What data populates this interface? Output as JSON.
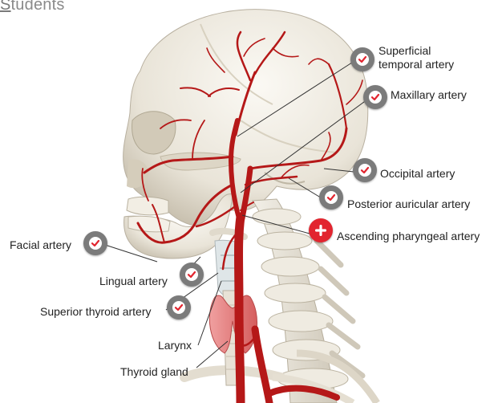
{
  "header": {
    "first_letter": "S",
    "rest": "tudents"
  },
  "colors": {
    "badge_gray": "#7b7b7b",
    "badge_red": "#e2252f",
    "check": "#e2252f",
    "artery": "#b51818",
    "bone": "#ece8df",
    "bone_shade": "#cfc8b9",
    "leader_line": "#333333"
  },
  "labels": {
    "superficial_temporal_1": "Superficial",
    "superficial_temporal_2": "temporal artery",
    "maxillary": "Maxillary artery",
    "occipital": "Occipital artery",
    "posterior_auricular": "Posterior auricular artery",
    "ascending_pharyngeal": "Ascending pharyngeal artery",
    "facial": "Facial artery",
    "lingual": "Lingual artery",
    "superior_thyroid": "Superior thyroid artery",
    "larynx": "Larynx",
    "thyroid_gland": "Thyroid gland"
  },
  "badges": [
    {
      "name": "superficial-temporal",
      "state": "check-icon"
    },
    {
      "name": "maxillary",
      "state": "check-icon"
    },
    {
      "name": "occipital",
      "state": "check-icon"
    },
    {
      "name": "posterior-auricular",
      "state": "check-icon"
    },
    {
      "name": "ascending-pharyngeal",
      "state": "plus-icon"
    },
    {
      "name": "facial",
      "state": "check-icon"
    },
    {
      "name": "lingual",
      "state": "check-icon"
    },
    {
      "name": "superior-thyroid",
      "state": "check-icon"
    }
  ]
}
